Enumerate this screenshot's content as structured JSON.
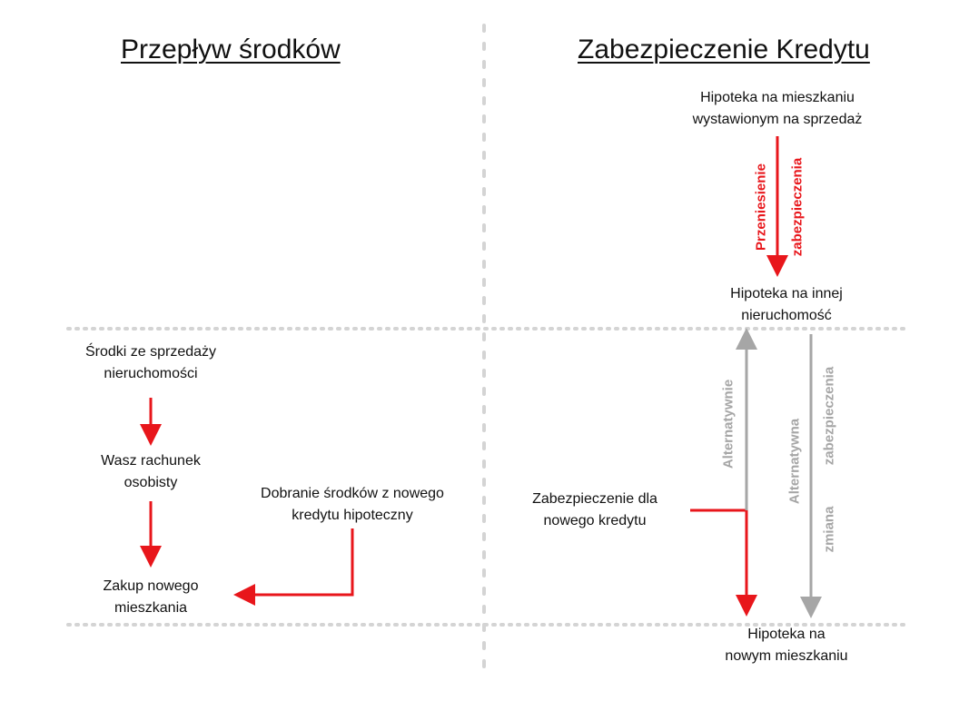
{
  "titles": {
    "left": "Przepływ środków",
    "right": "Zabezpieczenie Kredytu"
  },
  "left": {
    "sale_funds": [
      "Środki ze sprzedaży",
      "nieruchomości"
    ],
    "account": [
      "Wasz rachunek",
      "osobisty"
    ],
    "purchase": [
      "Zakup nowego",
      "mieszkania"
    ],
    "extra_funds": [
      "Dobranie środków z nowego",
      "kredytu hipoteczny"
    ]
  },
  "right": {
    "mortgage_sale": [
      "Hipoteka na mieszkaniu",
      "wystawionym na sprzedaż"
    ],
    "transfer_label": [
      "Przeniesienie",
      "zabezpieczenia"
    ],
    "mortgage_other": [
      "Hipoteka na innej",
      "nieruchomość"
    ],
    "new_security": [
      "Zabezpieczenie dla",
      "nowego kredytu"
    ],
    "alt_label": "Alternatywnie",
    "alt_change_label": [
      "Alternatywna",
      "zmiana",
      "zabezpieczenia"
    ],
    "mortgage_new": [
      "Hipoteka na",
      "nowym mieszkaniu"
    ]
  },
  "colors": {
    "primary_arrow": "#e8161b",
    "secondary_arrow": "#a6a6a6",
    "divider": "#d4d4d4"
  }
}
